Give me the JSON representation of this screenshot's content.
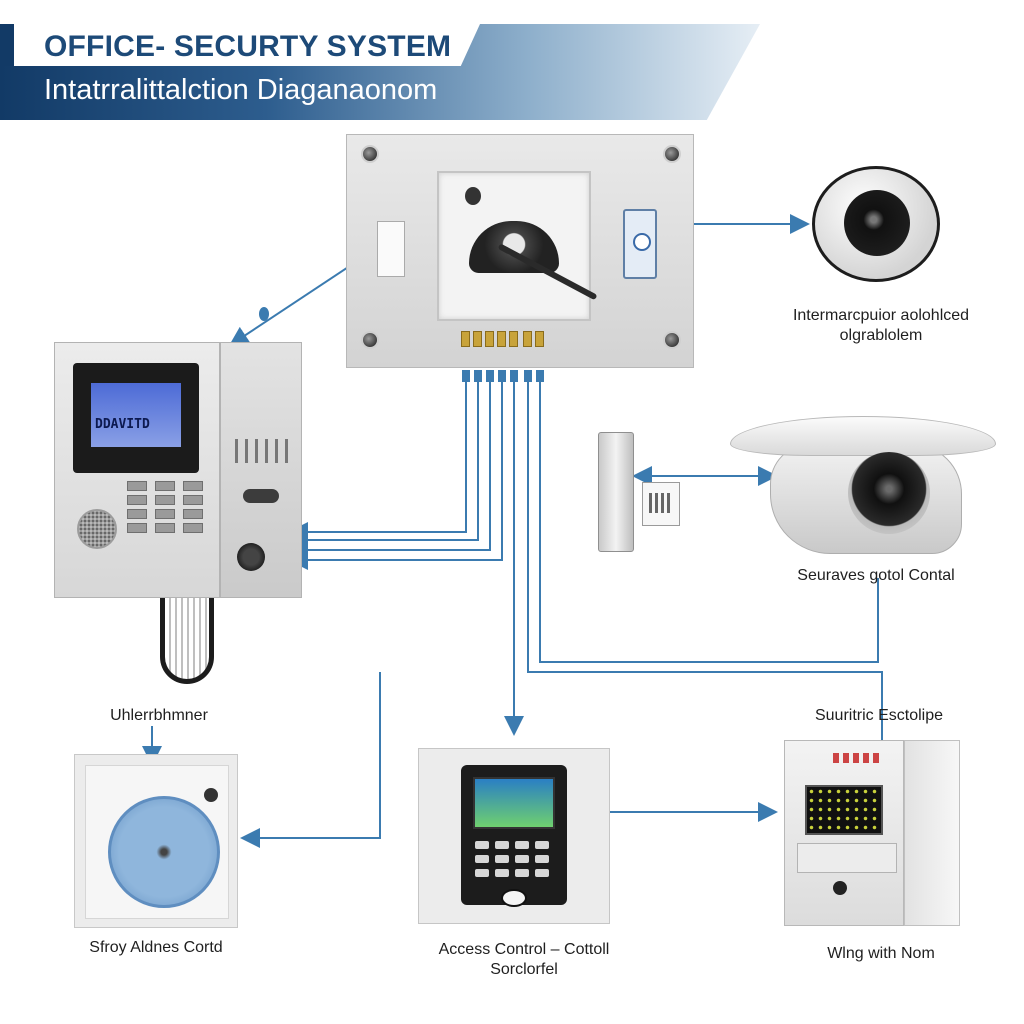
{
  "header": {
    "title": "OFFICE- SECURTY SYSTEM",
    "subtitle": "Intatrralittalction Diaganaonom"
  },
  "devices": {
    "intercom": {
      "screen_text": "DDAVITD"
    },
    "dome_camera": {
      "label_line1": "Intermarcpuior aolohlced",
      "label_line2": "olgrablolem"
    },
    "bullet_camera": {
      "label": "Seuraves gotol Contal"
    },
    "round_sensor": {
      "label_above": "Uhlerrbhmner",
      "label_below": "Sfroy Aldnes Cortd"
    },
    "access_control": {
      "label_line1": "Access Control – Cottoll",
      "label_line2": "Sorclorfel"
    },
    "control_box": {
      "label_above": "Suuritric Esctolipe",
      "label_below": "Wlng with Nom"
    }
  },
  "colors": {
    "banner_dark": "#123a66",
    "wire": "#3b7bb0"
  }
}
